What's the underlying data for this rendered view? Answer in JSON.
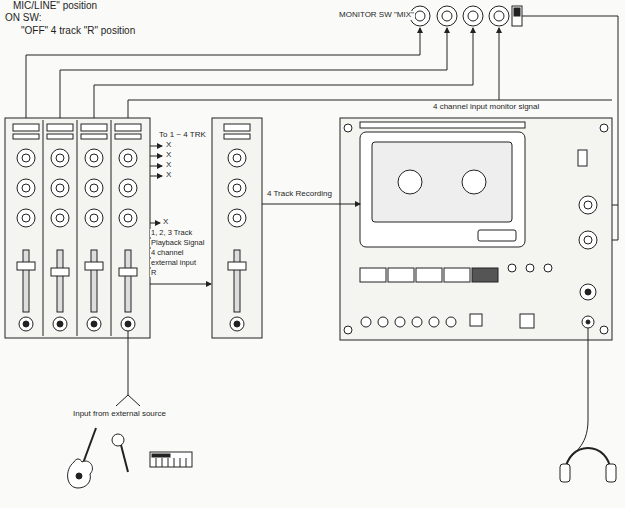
{
  "diagram": {
    "labels": [
      "MIC/LINE\" position",
      "ON SW:",
      "\"OFF\" 4 track \"R\" position",
      "MONITOR SW \"MIX\"",
      "To 1 ~ 4 TRK",
      "X",
      "X",
      "X",
      "X",
      "4 channel input monitor signal",
      "4 Track Recording",
      "X",
      "1, 2, 3 Track",
      "Playback Signal",
      "4 channel",
      "external input",
      "R",
      "Input from external source"
    ]
  }
}
